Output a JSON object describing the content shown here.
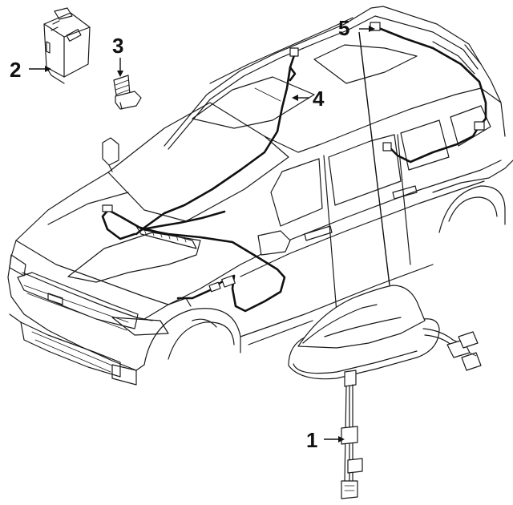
{
  "callouts": [
    {
      "id": "1",
      "label": "1"
    },
    {
      "id": "2",
      "label": "2"
    },
    {
      "id": "3",
      "label": "3"
    },
    {
      "id": "4",
      "label": "4"
    },
    {
      "id": "5",
      "label": "5"
    }
  ],
  "parts": {
    "1": "antenna-assembly",
    "2": "antenna-module",
    "3": "bolt",
    "4": "antenna-cable",
    "5": "antenna-cable"
  }
}
